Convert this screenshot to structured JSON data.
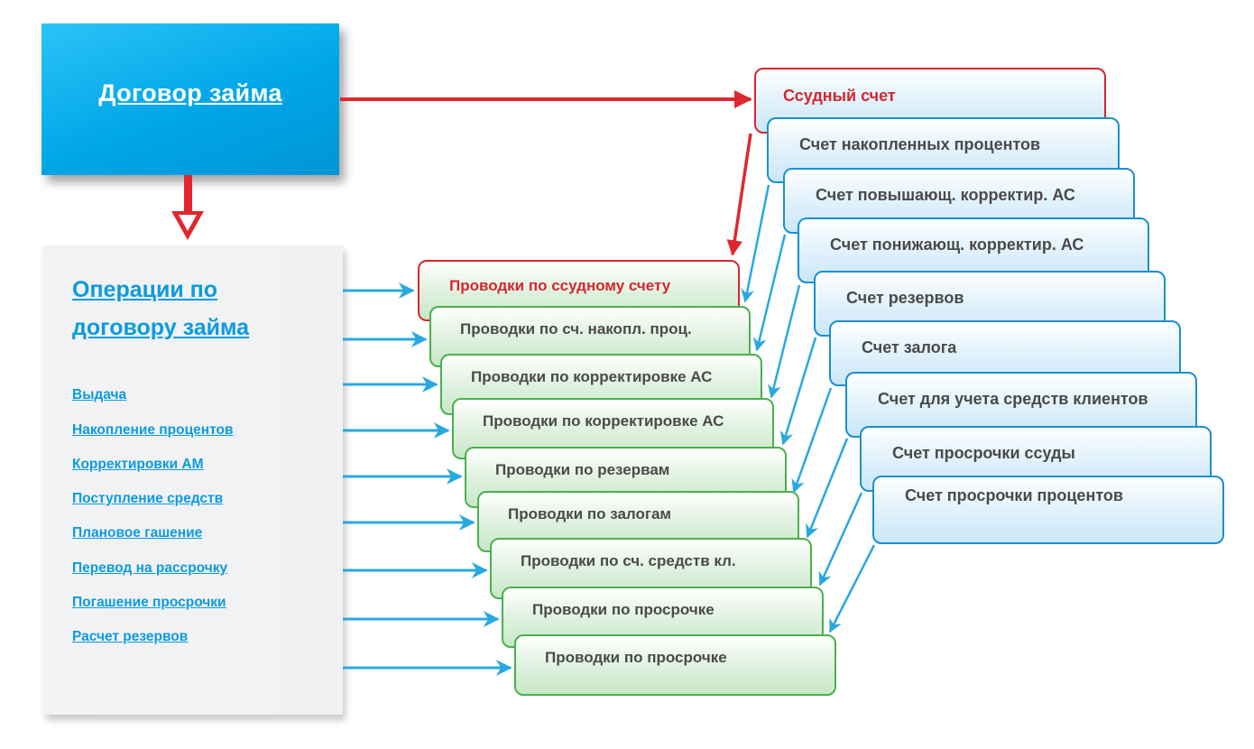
{
  "loan_contract": {
    "title": "Договор займа"
  },
  "operations": {
    "title": "Операции по договору займа",
    "links": [
      "Выдача",
      "Накопление процентов",
      "Корректировки АМ",
      "Поступление средств",
      "Плановое гашение",
      "Перевод на рассрочку",
      "Погашение просрочки",
      "Расчет резервов"
    ]
  },
  "accounts": [
    {
      "label": "Ссудный счет",
      "highlight": true
    },
    {
      "label": "Счет накопленных процентов",
      "highlight": false
    },
    {
      "label": "Счет повышающ. корректир. АС",
      "highlight": false
    },
    {
      "label": "Счет понижающ. корректир. АС",
      "highlight": false
    },
    {
      "label": "Счет резервов",
      "highlight": false
    },
    {
      "label": "Счет залога",
      "highlight": false
    },
    {
      "label": "Счет для учета средств клиентов",
      "highlight": false
    },
    {
      "label": "Счет просрочки ссуды",
      "highlight": false
    },
    {
      "label": "Счет просрочки процентов",
      "highlight": false
    }
  ],
  "postings": [
    {
      "label": "Проводки по ссудному счету",
      "highlight": true
    },
    {
      "label": "Проводки по сч. накопл. проц.",
      "highlight": false
    },
    {
      "label": "Проводки по корректировке АС",
      "highlight": false
    },
    {
      "label": "Проводки по корректировке АС",
      "highlight": false
    },
    {
      "label": "Проводки по резервам",
      "highlight": false
    },
    {
      "label": "Проводки по залогам",
      "highlight": false
    },
    {
      "label": "Проводки по сч. средств кл.",
      "highlight": false
    },
    {
      "label": "Проводки по просрочке",
      "highlight": false
    },
    {
      "label": "Проводки по просрочке",
      "highlight": false
    }
  ],
  "colors": {
    "red_arrow": "#e0262f",
    "blue_arrow": "#29a8e0",
    "contract_blue": "#00a6e8",
    "link_blue": "#0a9be0",
    "account_border": "#1b8fd1",
    "posting_border": "#4bb04f",
    "highlight_red": "#d7262e"
  }
}
